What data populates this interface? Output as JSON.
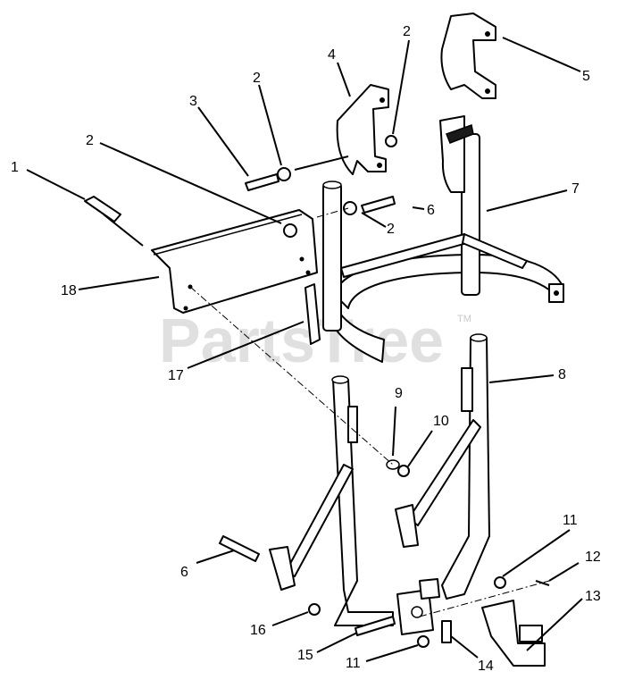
{
  "watermark": {
    "text": "PartsTree",
    "tm": "TM"
  },
  "callouts": [
    {
      "id": "c1",
      "label": "1"
    },
    {
      "id": "c2a",
      "label": "2"
    },
    {
      "id": "c2b",
      "label": "2"
    },
    {
      "id": "c2c",
      "label": "2"
    },
    {
      "id": "c2d",
      "label": "2"
    },
    {
      "id": "c3",
      "label": "3"
    },
    {
      "id": "c4",
      "label": "4"
    },
    {
      "id": "c5",
      "label": "5"
    },
    {
      "id": "c6a",
      "label": "6"
    },
    {
      "id": "c6b",
      "label": "6"
    },
    {
      "id": "c7",
      "label": "7"
    },
    {
      "id": "c8",
      "label": "8"
    },
    {
      "id": "c9",
      "label": "9"
    },
    {
      "id": "c10",
      "label": "10"
    },
    {
      "id": "c11a",
      "label": "11"
    },
    {
      "id": "c11b",
      "label": "11"
    },
    {
      "id": "c12",
      "label": "12"
    },
    {
      "id": "c13",
      "label": "13"
    },
    {
      "id": "c14",
      "label": "14"
    },
    {
      "id": "c15",
      "label": "15"
    },
    {
      "id": "c16",
      "label": "16"
    },
    {
      "id": "c17",
      "label": "17"
    },
    {
      "id": "c18",
      "label": "18"
    }
  ]
}
